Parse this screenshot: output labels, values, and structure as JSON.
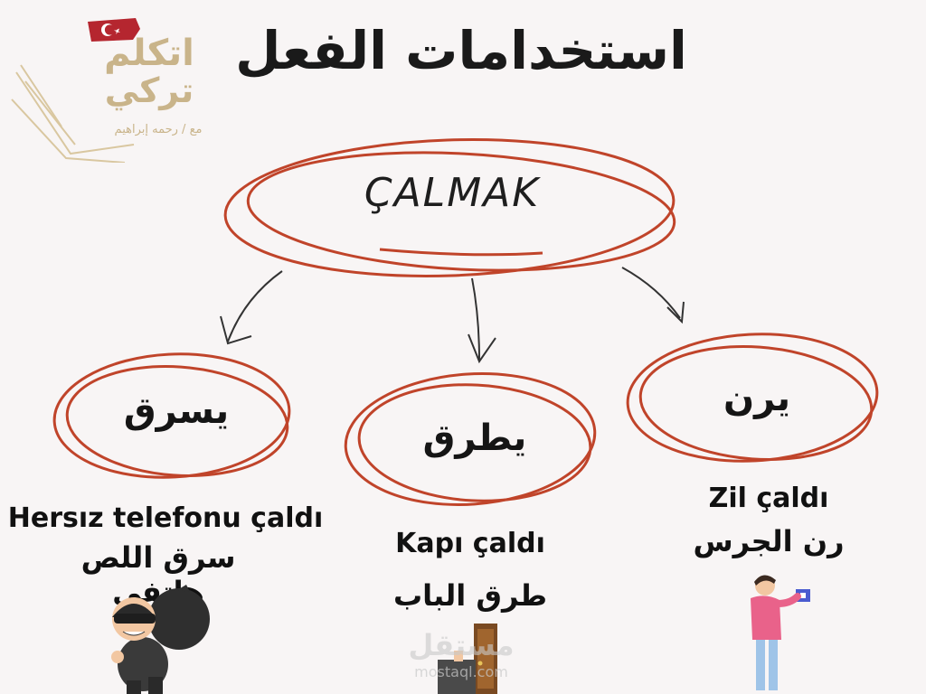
{
  "title": "استخدامات الفعل",
  "main_verb": "ÇALMAK",
  "logo": {
    "line1": "اتكلم",
    "line2": "تركي",
    "subtitle": "مع / رحمه إبراهيم",
    "flag_icon": "turkey-flag-icon",
    "book_icon": "open-book-icon"
  },
  "meanings": [
    {
      "label": "يسرق",
      "example_tr": "Hersız telefonu çaldı",
      "example_ar": "سرق اللص هاتفي",
      "illustration": "thief-with-bag-icon"
    },
    {
      "label": "يطرق",
      "example_tr": "Kapı çaldı",
      "example_ar": "طرق الباب",
      "illustration": "door-icon"
    },
    {
      "label": "يرن",
      "example_tr": "Zil çaldı",
      "example_ar": "رن الجرس",
      "illustration": "man-ringing-bell-icon"
    }
  ],
  "watermark": {
    "text": "مستقل",
    "url": "mostaql.com"
  },
  "colors": {
    "circle": "#c0442a",
    "arrow": "#333333",
    "logo": "#c9b48a",
    "flag": "#b5262f"
  }
}
